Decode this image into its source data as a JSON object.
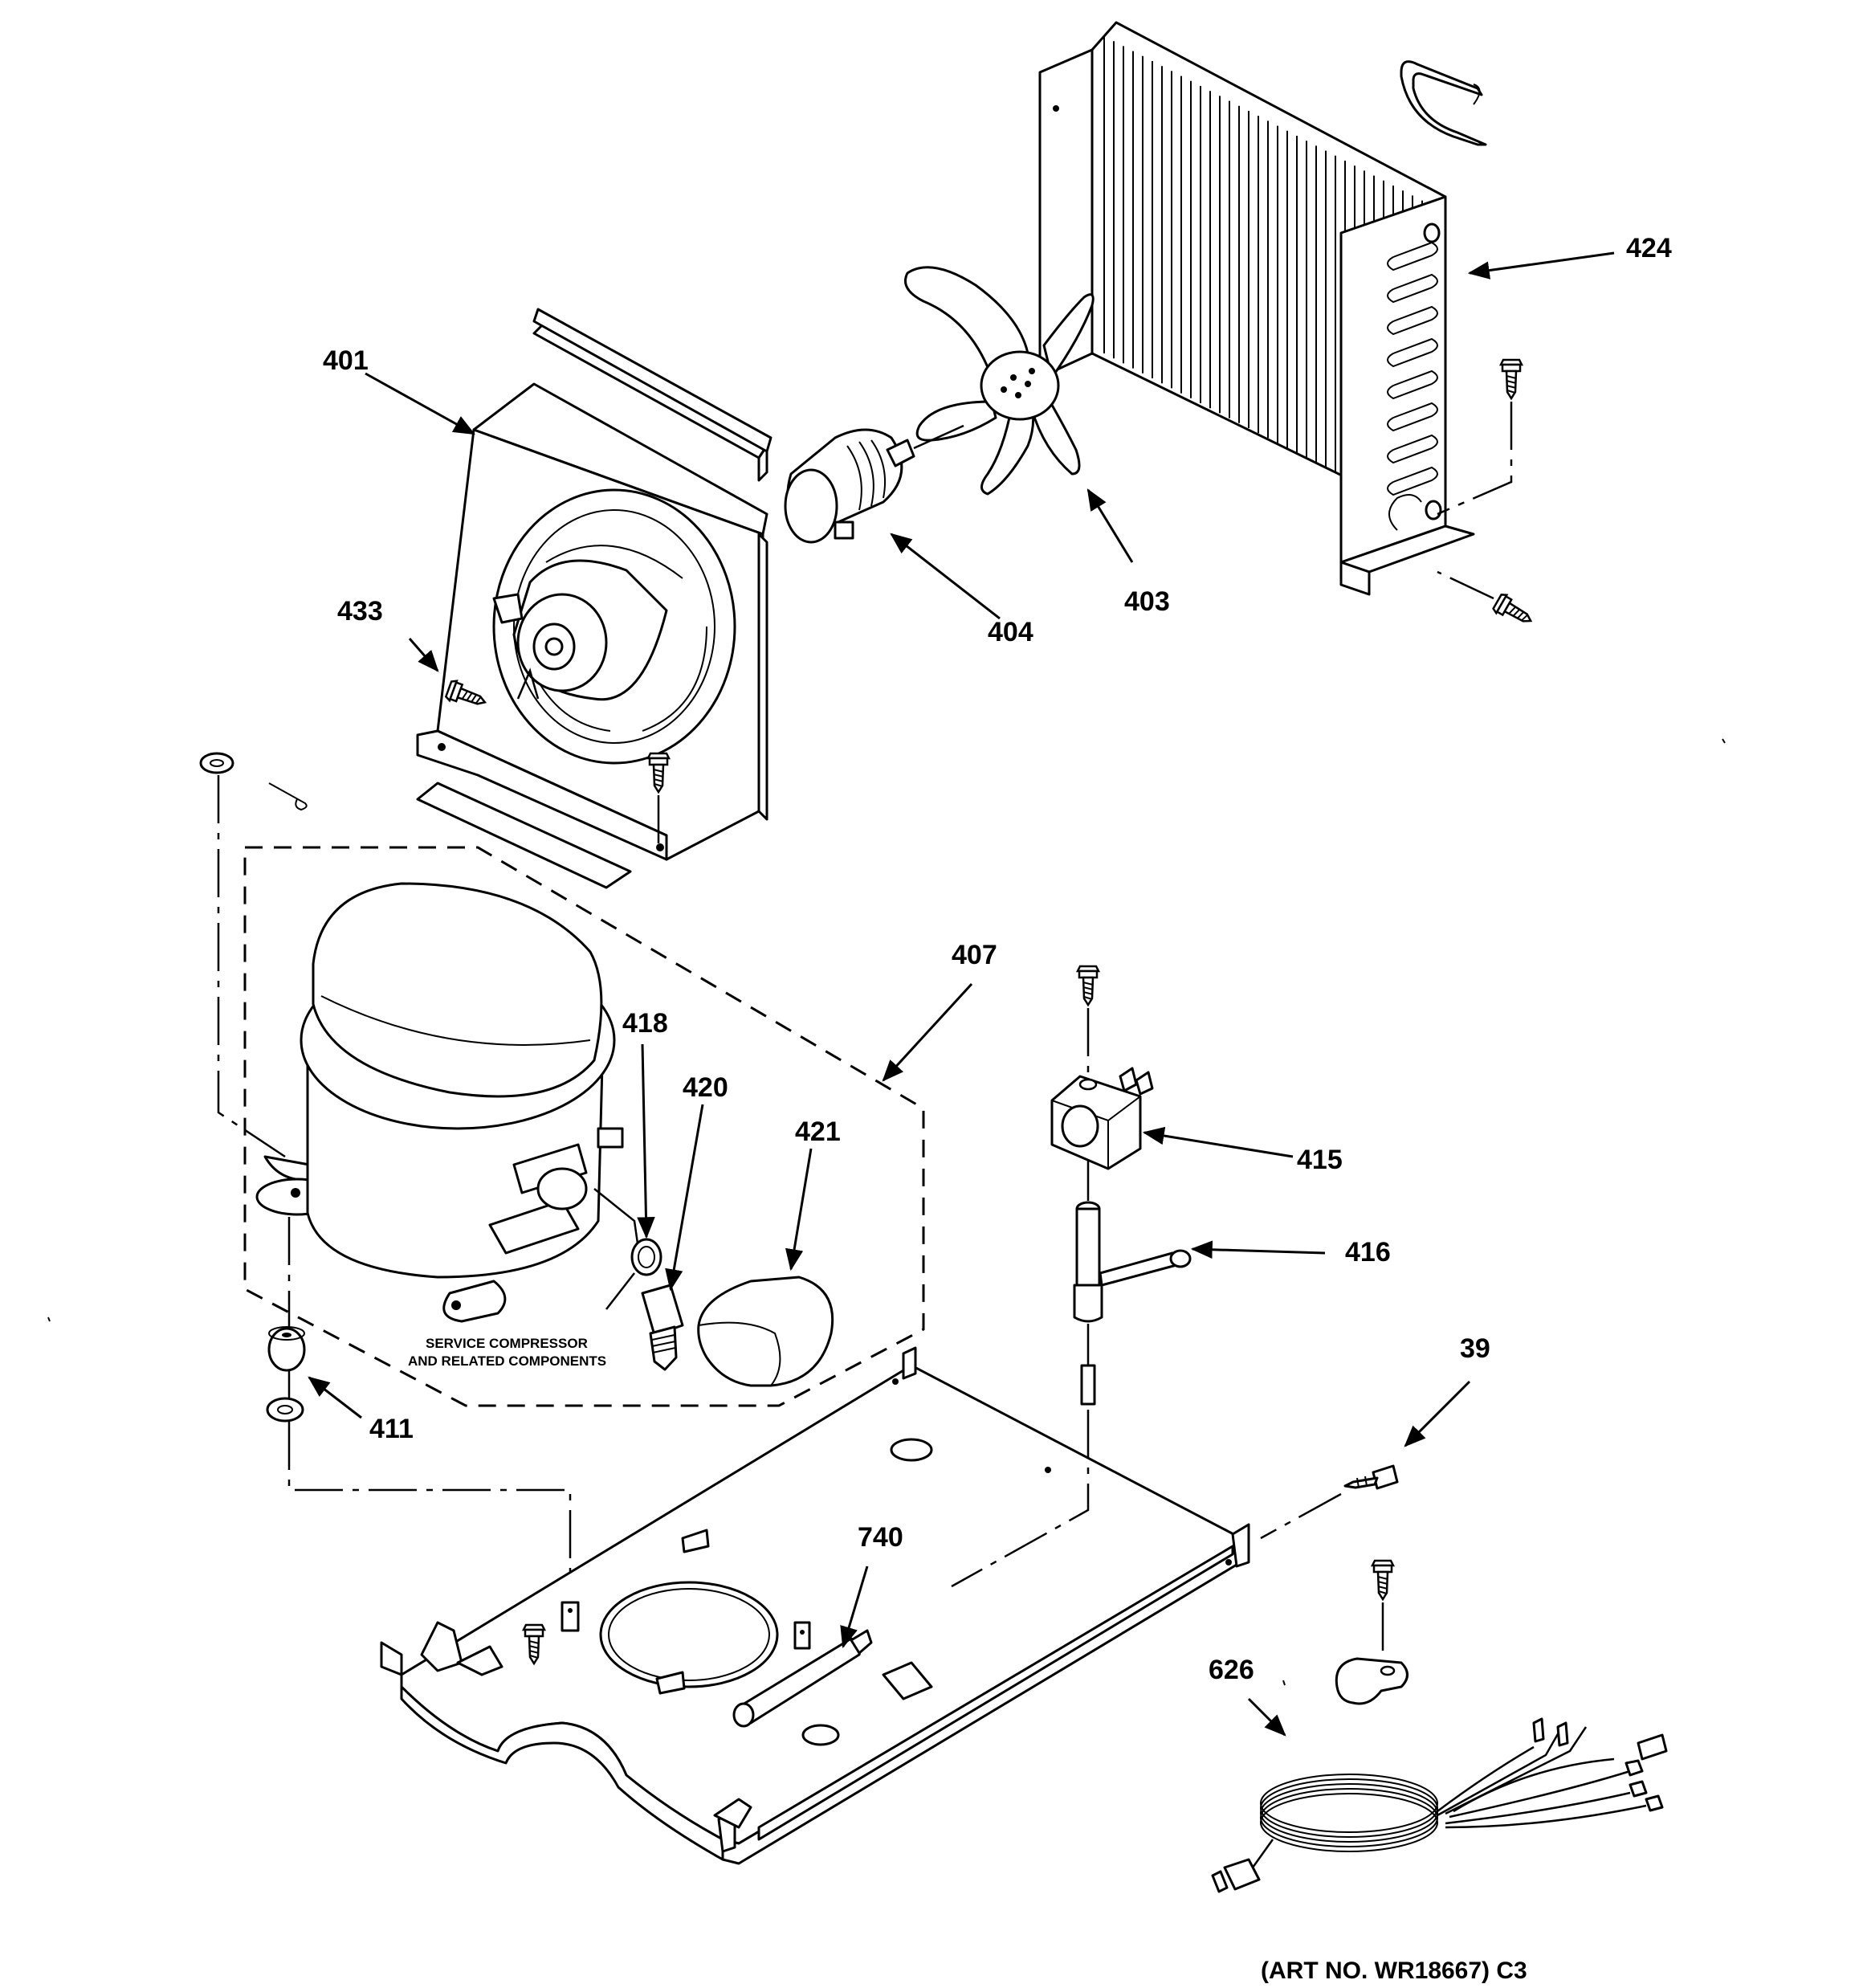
{
  "callouts": {
    "c401": "401",
    "c424": "424",
    "c433": "433",
    "c404": "404",
    "c403": "403",
    "c407": "407",
    "c418": "418",
    "c420": "420",
    "c421": "421",
    "c415": "415",
    "c416": "416",
    "c411": "411",
    "c39": "39",
    "c740": "740",
    "c626": "626"
  },
  "notes": {
    "service_line1": "SERVICE COMPRESSOR",
    "service_line2": "AND RELATED COMPONENTS"
  },
  "art_number": "(ART NO. WR18667) C3"
}
